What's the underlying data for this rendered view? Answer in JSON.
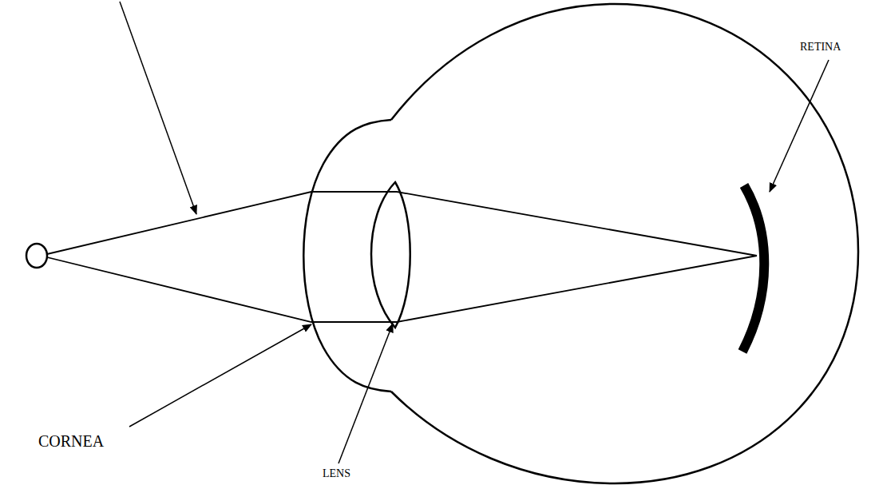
{
  "diagram": {
    "labels": [
      "RETINA",
      "CORNEA",
      "LENS"
    ]
  }
}
